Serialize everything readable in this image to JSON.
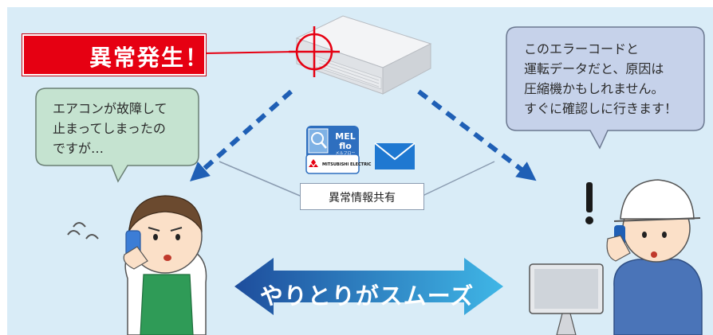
{
  "alert": {
    "label": "異常発生！",
    "icon": "warning-icon"
  },
  "bubbles": {
    "left": {
      "lines": [
        "エアコンが故障して",
        "止まってしまったの",
        "ですが…"
      ]
    },
    "right": {
      "lines": [
        "このエラーコードと",
        "運転データだと、原因は",
        "圧縮機かもしれません。",
        "すぐに確認しに行きます！"
      ]
    }
  },
  "app_icon": {
    "line1": "MEL",
    "line2": "flo",
    "subtitle": "メルフロー",
    "brand": "MITSUBISHI ELECTRIC"
  },
  "share": {
    "label": "異常情報共有"
  },
  "exchange": {
    "label": "やりとりがスムーズ"
  },
  "colors": {
    "background": "#d9ecf7",
    "alert": "#e60012",
    "accent": "#2e6fbf",
    "arrow_dark": "#1e4d9c",
    "arrow_light": "#3fb6e6"
  }
}
